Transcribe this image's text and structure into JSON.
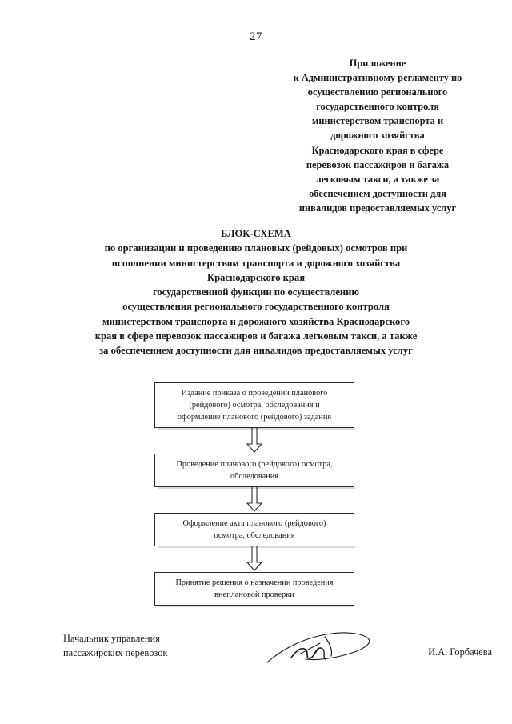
{
  "document": {
    "page_number": "27",
    "language": "ru"
  },
  "appendix": {
    "lines": [
      "Приложение",
      "к Административному регламенту по",
      "осуществлению регионального",
      "государственного контроля",
      "министерством транспорта и",
      "дорожного хозяйства",
      "Краснодарского края в сфере",
      "перевозок пассажиров и багажа",
      "легковым такси, а также за",
      "обеспечением доступности для",
      "инвалидов предоставляемых услуг"
    ]
  },
  "title": {
    "heading": "БЛОК-СХЕМА",
    "lines": [
      "по организации и проведению плановых (рейдовых) осмотров при",
      "исполнении министерством транспорта и дорожного хозяйства",
      "Краснодарского края",
      "государственной функции по осуществлению",
      "осуществления регионального государственного контроля",
      "министерством транспорта и дорожного хозяйства Краснодарского",
      "края в сфере перевозок пассажиров и багажа легковым такси, а также",
      "за обеспечением доступности для инвалидов предоставляемых услуг"
    ]
  },
  "flowchart": {
    "type": "flowchart",
    "orientation": "vertical",
    "connector": "hollow-down-arrow",
    "steps": [
      {
        "index": 1,
        "lines": [
          "Издание приказа о проведении планового",
          "(рейдового) осмотра, обследования и",
          "оформление планового (рейдового) задания"
        ]
      },
      {
        "index": 2,
        "lines": [
          "Проведение планового (рейдового) осмотра,",
          "обследования"
        ]
      },
      {
        "index": 3,
        "lines": [
          "Оформление акта планового (рейдового)",
          "осмотра, обследования"
        ]
      },
      {
        "index": 4,
        "lines": [
          "Принятие решения о назначении проведения",
          "внеплановой проверки"
        ]
      }
    ]
  },
  "signature": {
    "position_lines": [
      "Начальник управления",
      "пассажирских перевозок"
    ],
    "name": "И.А. Горбачева",
    "mark": "handwritten-signature"
  },
  "colors": {
    "text": "#1a1a1a",
    "box_border": "#2b2b2b",
    "page_background": "#ffffff"
  }
}
